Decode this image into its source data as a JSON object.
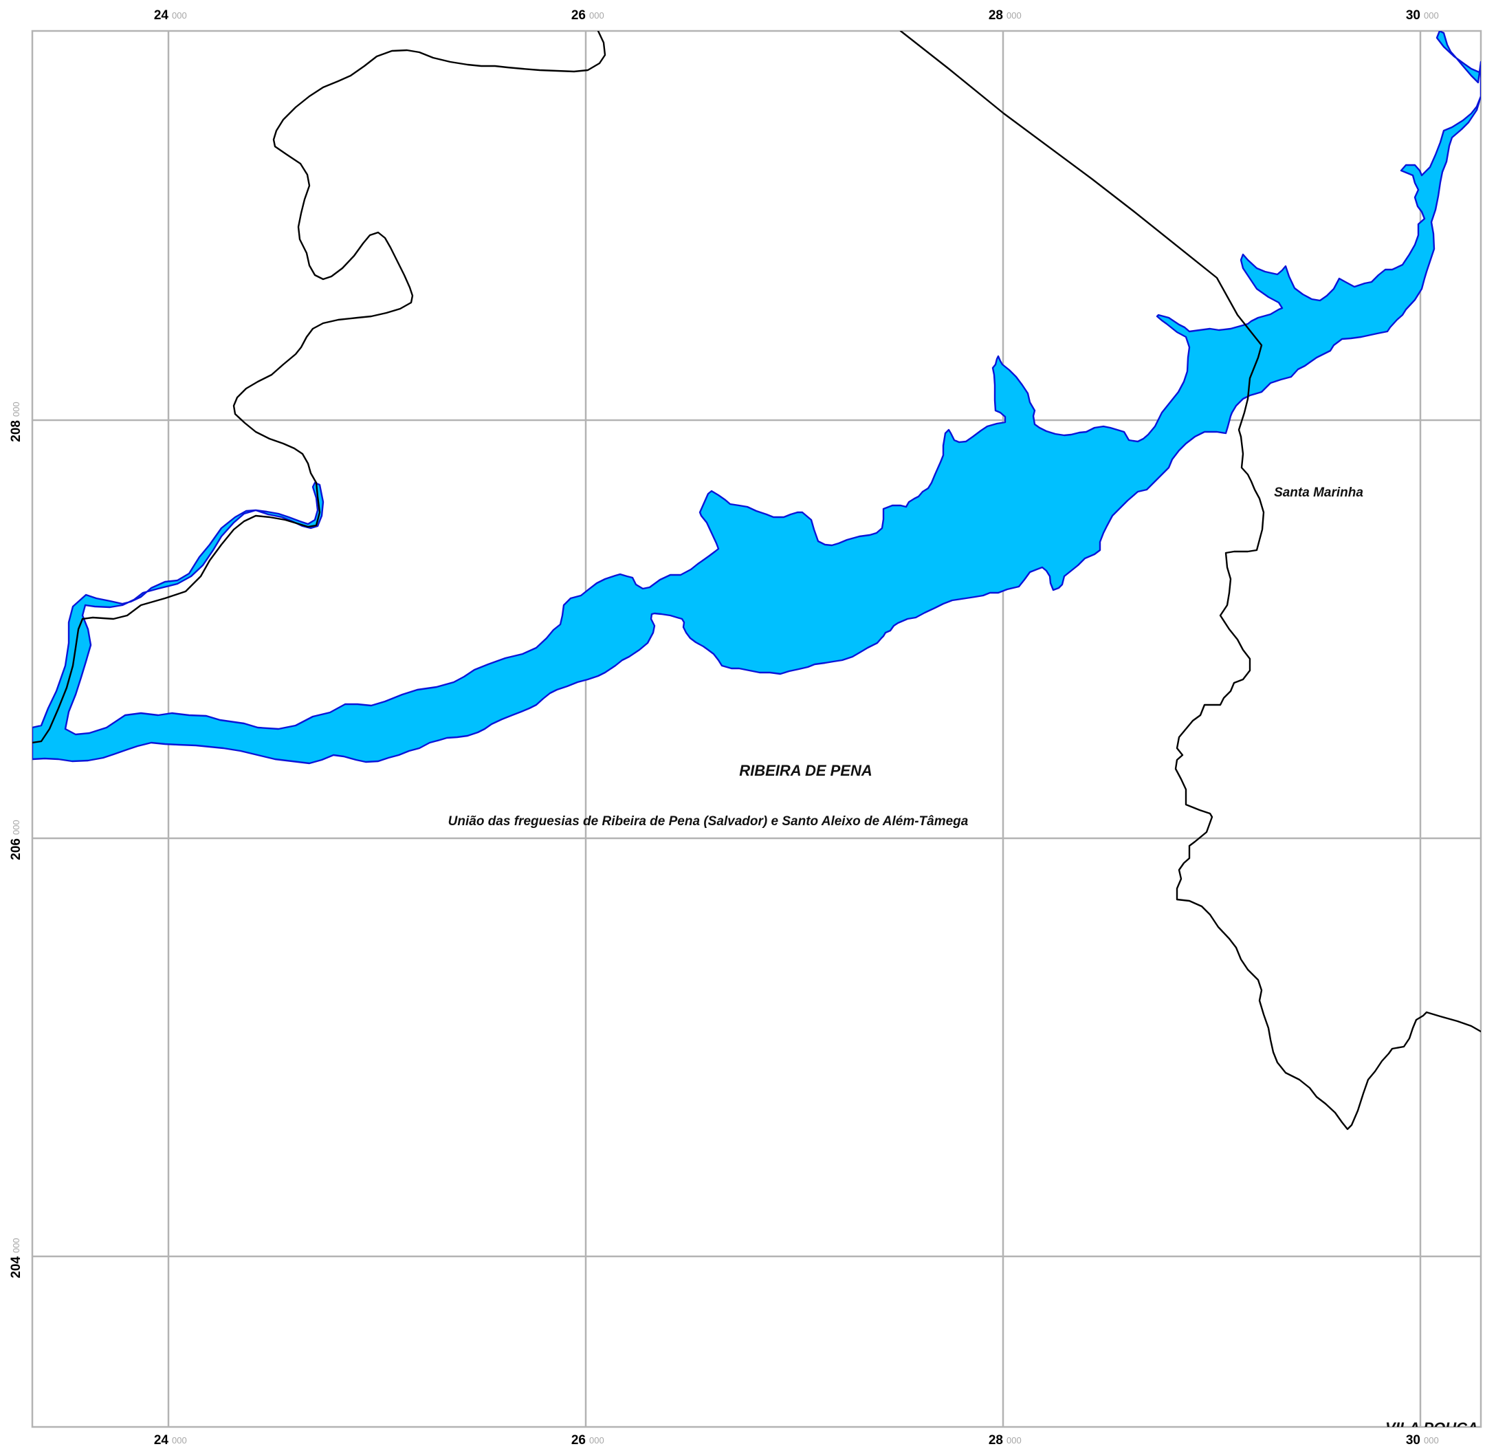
{
  "map": {
    "labels": {
      "municipality": "RIBEIRA DE PENA",
      "parish_main": "União das freguesias de Ribeira de Pena (Salvador) e Santo Aleixo de Além-Tâmega",
      "parish_ne": "Santa Marinha",
      "neighbor_municipality": "VILA POUCA"
    },
    "x_ticks": [
      {
        "major": "24",
        "minor": "000"
      },
      {
        "major": "26",
        "minor": "000"
      },
      {
        "major": "28",
        "minor": "000"
      },
      {
        "major": "30",
        "minor": "000"
      }
    ],
    "y_ticks": [
      {
        "major": "208",
        "minor": "000"
      },
      {
        "major": "206",
        "minor": "000"
      },
      {
        "major": "204",
        "minor": "000"
      }
    ],
    "colors": {
      "water_fill": "#00c0ff",
      "water_outline": "#0a14d8",
      "boundary": "#000000",
      "grid": "#b3b3b3"
    }
  }
}
